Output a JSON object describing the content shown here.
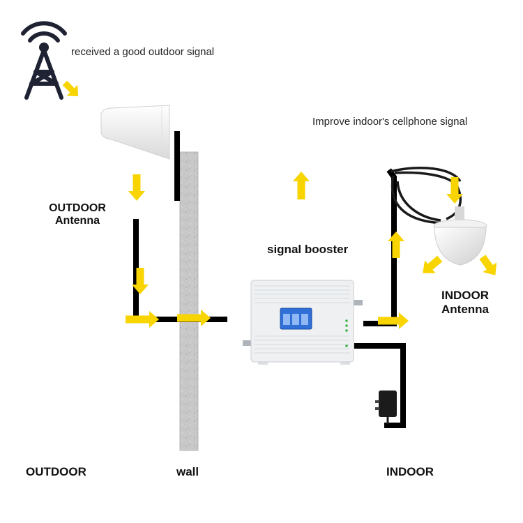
{
  "labels": {
    "outdoor_signal": "received a good outdoor signal",
    "indoor_improve": "Improve indoor's cellphone signal",
    "outdoor_antenna_line1": "OUTDOOR",
    "outdoor_antenna_line2": "Antenna",
    "signal_booster": "signal booster",
    "indoor_antenna_line1": "INDOOR",
    "indoor_antenna_line2": "Antenna",
    "zone_outdoor": "OUTDOOR",
    "zone_wall": "wall",
    "zone_indoor": "INDOOR"
  },
  "colors": {
    "arrow": "#f8d400",
    "cable": "#000000",
    "tower": "#1f2233",
    "wall": "#c9c9c9",
    "booster_body": "#eef0f2",
    "booster_screen": "#2f6fd6"
  },
  "icons": [
    "cell-tower-icon",
    "panel-antenna-icon",
    "ceiling-antenna-icon",
    "power-adapter-icon"
  ]
}
